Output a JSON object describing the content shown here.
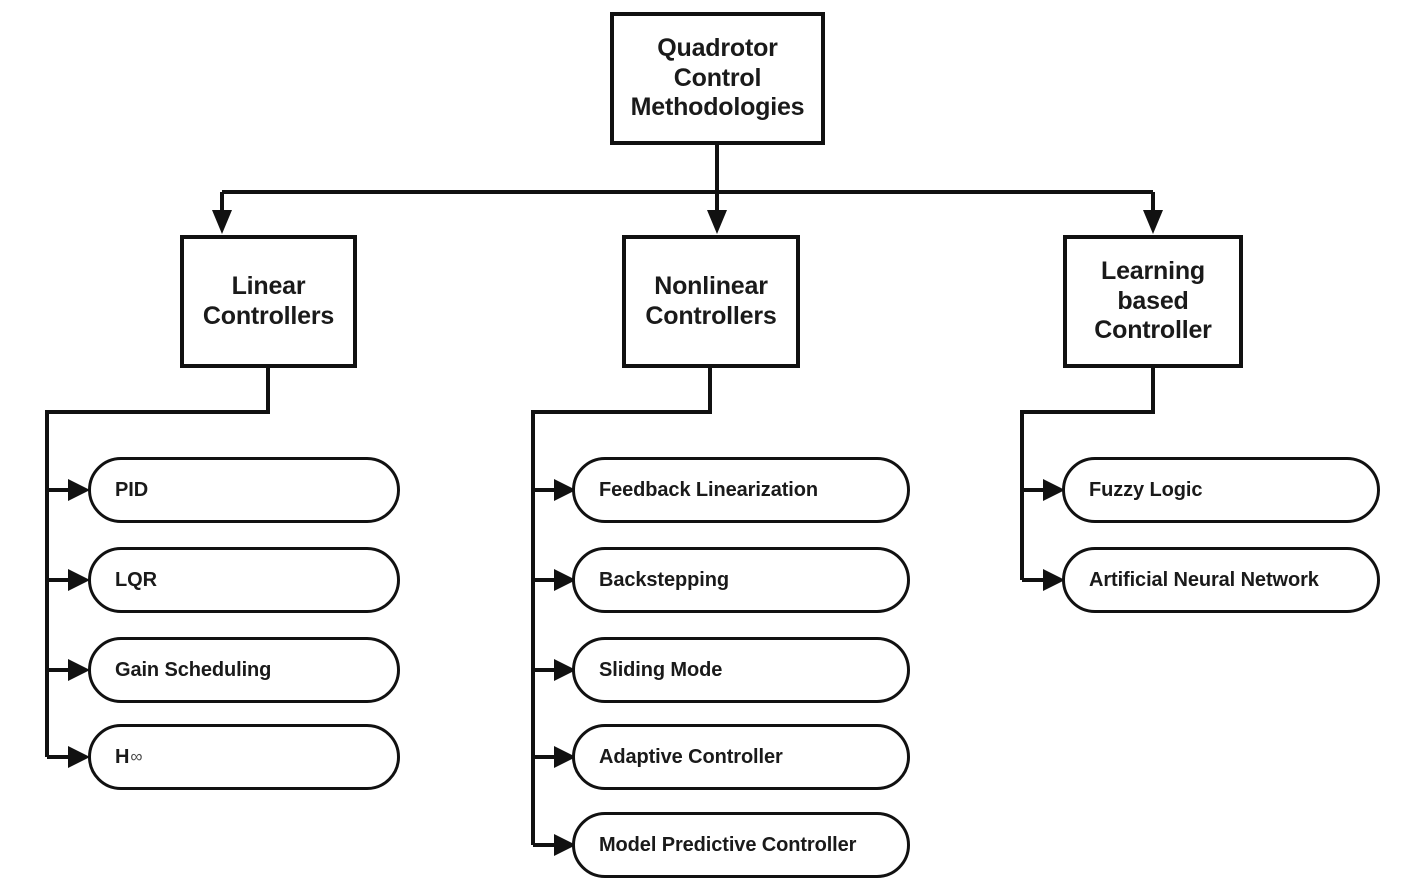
{
  "diagram": {
    "title": "Quadrotor Control Methodologies",
    "root": {
      "label": "Quadrotor Control Methodologies",
      "line1": "Quadrotor",
      "line2": "Control",
      "line3": "Methodologies"
    },
    "branches": [
      {
        "id": "linear",
        "label": "Linear Controllers",
        "line1": "Linear",
        "line2": "Controllers",
        "line3": "",
        "leaves": [
          {
            "label": "PID"
          },
          {
            "label": "LQR"
          },
          {
            "label": "Gain Scheduling"
          },
          {
            "label": "H",
            "suffix": "∞"
          }
        ]
      },
      {
        "id": "nonlinear",
        "label": "Nonlinear Controllers",
        "line1": "Nonlinear",
        "line2": "Controllers",
        "line3": "",
        "leaves": [
          {
            "label": "Feedback Linearization"
          },
          {
            "label": "Backstepping"
          },
          {
            "label": "Sliding Mode"
          },
          {
            "label": "Adaptive Controller"
          },
          {
            "label": "Model Predictive Controller"
          }
        ]
      },
      {
        "id": "learning",
        "label": "Learning based Controller",
        "line1": "Learning",
        "line2": "based",
        "line3": "Controller",
        "leaves": [
          {
            "label": "Fuzzy Logic"
          },
          {
            "label": "Artificial Neural Network"
          }
        ]
      }
    ],
    "colors": {
      "stroke": "#111111",
      "text": "#1a1a1a",
      "background": "#ffffff"
    }
  }
}
